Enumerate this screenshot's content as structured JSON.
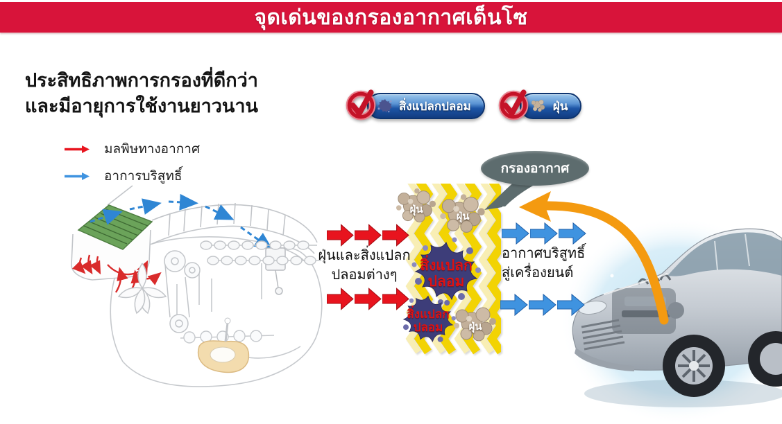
{
  "banner": {
    "title": "จุดเด่นของกรองอากาศเด็นโซ"
  },
  "heading": {
    "text": "ประสิทธิภาพการกรองที่ดีกว่า\nและมีอายุการใช้งานยาวนาน"
  },
  "badges": {
    "foreign": {
      "label": "สิ่งแปลกปลอม",
      "icon": "splat-icon"
    },
    "dust": {
      "label": "ฝุ่น",
      "icon": "dust-icon"
    }
  },
  "legend": {
    "polluted_label": "มลพิษทางอากาศ",
    "clean_label": "อาการบริสูทธิ์"
  },
  "filter": {
    "left_caption": "ฝุ่นและสิ่งแปลก\nปลอมต่างๆ",
    "right_caption": "อากาศบริสูทธิ์\nสู่เครื่องยนต์",
    "dust_label": "ฝุ่น",
    "foreign_label": "สิ่งแปลก\nปลอม",
    "bubble_label": "กรองอากาศ"
  },
  "colors": {
    "banner_bg": "#d8143a",
    "red_arrow": "#e8141e",
    "red_arrow_edge": "#a50c12",
    "blue_arrow": "#3f93e0",
    "blue_arrow_edge": "#1f5fa8",
    "filter_yellow": "#f2d303",
    "filter_yellow_pale": "#f8eeb4",
    "orange_arrow": "#f49a10",
    "bubble_bg": "#5d6c6e",
    "check_red": "#c41328",
    "filter_green": "#6ba35a"
  }
}
